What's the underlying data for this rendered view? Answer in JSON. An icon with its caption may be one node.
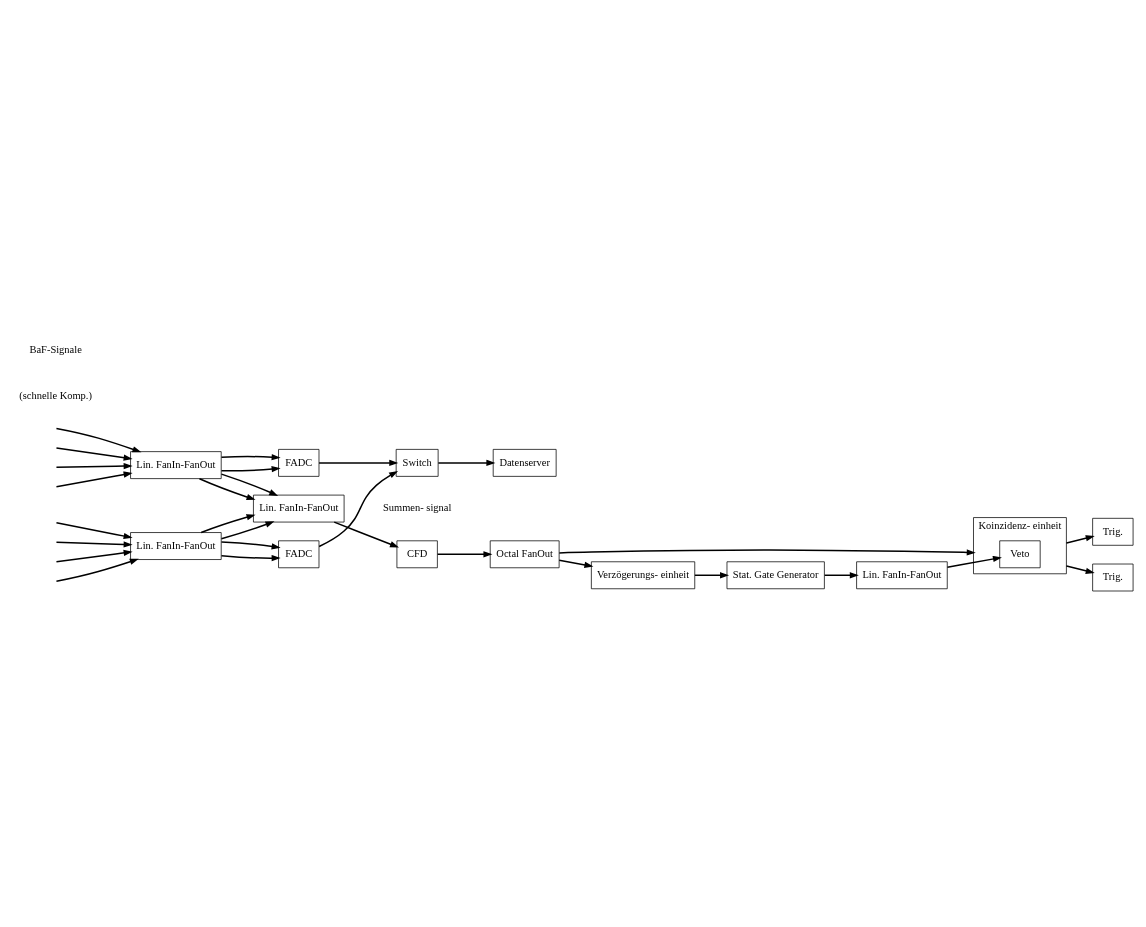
{
  "diagram": {
    "nodes": [
      {
        "text": [
          "Lin. FanIn-FanOut"
        ]
      },
      {
        "text": [
          "Lin. FanIn-FanOut"
        ]
      },
      {
        "text": [
          "FADC"
        ]
      },
      {
        "text": [
          "Trig."
        ]
      },
      {
        "text": [
          "FADC"
        ]
      },
      {
        "text": [
          "Trig."
        ]
      },
      {
        "text": [
          "Switch"
        ]
      },
      {
        "text": [
          "Datenserver"
        ]
      },
      {
        "text": [
          "Lin. FanIn-FanOut"
        ],
        "beside": [
          "Summen- signal"
        ]
      },
      {
        "text": [
          "CFD"
        ]
      },
      {
        "text": [
          "Octal FanOut"
        ]
      },
      {
        "text": [
          "Koinzidenz- einheit"
        ]
      },
      {
        "text": [
          "Veto"
        ],
        "in": 11
      },
      {
        "text": [
          "Verzögerungs- einheit"
        ]
      },
      {
        "text": [
          "Stat. Gate Generator"
        ]
      },
      {
        "text": [
          "Lin. FanIn-FanOut"
        ]
      }
    ],
    "edges": [
      {
        "from": null,
        "to": 0,
        "arrow": "to"
      },
      {
        "from": null,
        "to": 0,
        "arrow": "to"
      },
      {
        "from": null,
        "to": 0,
        "arrow": "to"
      },
      {
        "from": null,
        "to": 0,
        "arrow": "to"
      },
      {
        "from": null,
        "to": 1,
        "arrow": "to"
      },
      {
        "from": null,
        "to": 1,
        "arrow": "to"
      },
      {
        "from": null,
        "to": 1,
        "arrow": "to"
      },
      {
        "from": null,
        "to": 1,
        "arrow": "to"
      },
      {
        "from": 0,
        "to": 2,
        "arrow": "to"
      },
      {
        "from": 0,
        "to": 2,
        "arrow": "to"
      },
      {
        "from": 1,
        "to": 4,
        "arrow": "to"
      },
      {
        "from": 1,
        "to": 4,
        "arrow": "to"
      },
      {
        "from": 0,
        "to": 8,
        "arrow": "to"
      },
      {
        "from": 0,
        "to": 8,
        "arrow": "to"
      },
      {
        "from": 1,
        "to": 8,
        "arrow": "to"
      },
      {
        "from": 1,
        "to": 8,
        "arrow": "to"
      },
      {
        "from": 2,
        "to": 6,
        "arrow": "to"
      },
      {
        "from": 4,
        "to": 6,
        "arrow": "to"
      },
      {
        "from": 6,
        "to": 7,
        "arrow": "to"
      },
      {
        "from": 8,
        "to": 9,
        "arrow": "to"
      },
      {
        "from": 9,
        "to": 10,
        "arrow": "to"
      },
      {
        "from": 10,
        "to": 11,
        "arrow": "to"
      },
      {
        "from": 10,
        "to": 13,
        "arrow": "to"
      },
      {
        "from": 13,
        "to": 14,
        "arrow": "to"
      },
      {
        "from": 14,
        "to": 15,
        "arrow": "to"
      },
      {
        "from": 15,
        "to": 12,
        "arrow": "to"
      },
      {
        "from": 11,
        "to": 3,
        "arrow": "to"
      },
      {
        "from": 11,
        "to": 5,
        "arrow": "to"
      }
    ],
    "labels": [
      "BaF-Signale",
      "(schnelle Komp.)"
    ]
  }
}
